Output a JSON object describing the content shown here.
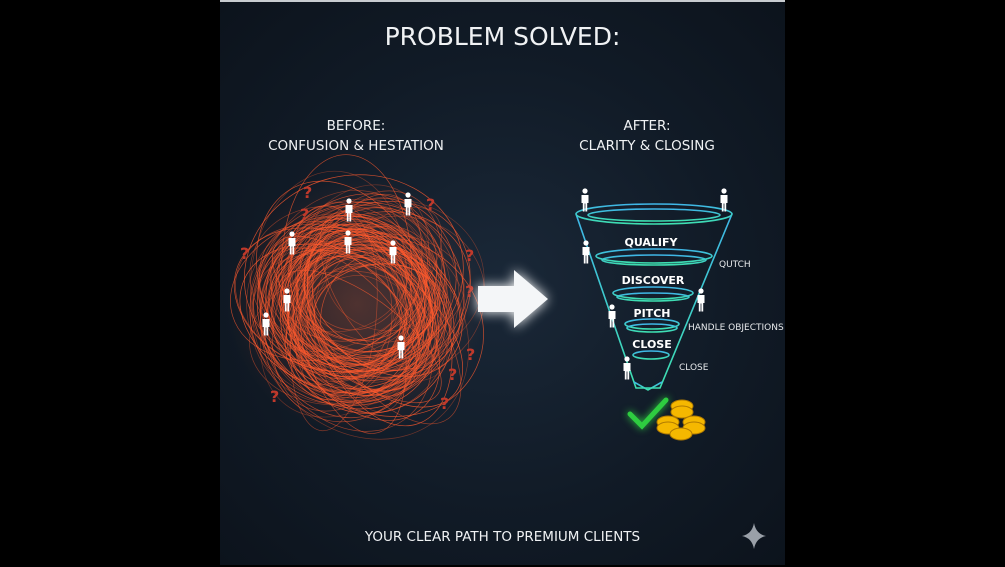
{
  "title": "PROBLEM SOLVED:",
  "before": {
    "label": "BEFORE:",
    "subtitle": "CONFUSION & HESTATION"
  },
  "after": {
    "label": "AFTER:",
    "subtitle": "CLARITY & CLOSING"
  },
  "funnel": {
    "stages": [
      "QUALIFY",
      "DISCOVER",
      "PITCH",
      "CLOSE"
    ],
    "side_labels": [
      "QUTCH",
      "HANDLE OBJECTIONS",
      "CLOSE"
    ]
  },
  "question_mark": "?",
  "footer": "YOUR CLEAR PATH TO PREMIUM CLIENTS",
  "colors": {
    "tangle": "#ff5a2e",
    "funnel_top": "#3fb6e8",
    "funnel_bottom": "#3ee0b0",
    "check": "#2ecc40",
    "coin": "#f5b800",
    "question": "#c0392b"
  }
}
